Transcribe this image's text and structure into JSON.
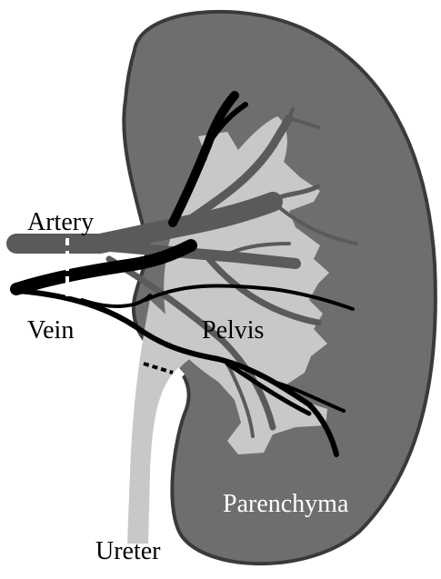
{
  "labels": {
    "artery": "Artery",
    "vein": "Vein",
    "pelvis": "Pelvis",
    "parenchyma": "Parenchyma",
    "ureter": "Ureter"
  },
  "colors": {
    "parenchyma": "#6e6e6e",
    "outline": "#3a3a3a",
    "pelvis": "#c8c8c8",
    "ureter": "#c8c8c8",
    "artery": "#5a5a5a",
    "vein": "#000000",
    "label_dark": "#000000",
    "label_light": "#ffffff"
  }
}
